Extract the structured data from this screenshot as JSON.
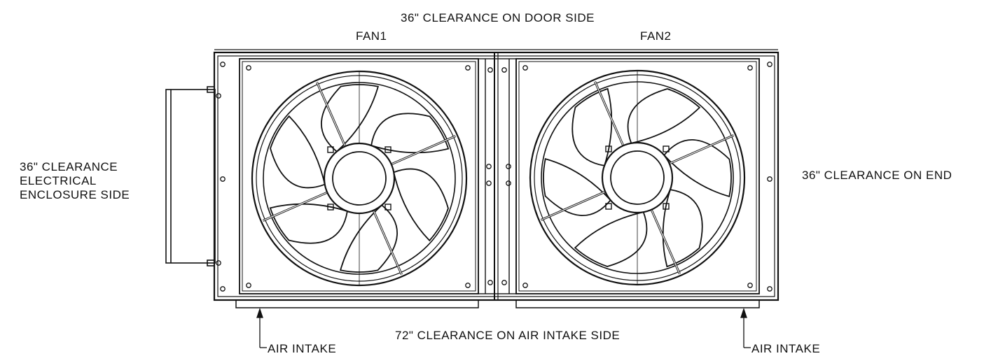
{
  "labels": {
    "door_side": "36\" CLEARANCE ON DOOR SIDE",
    "fan1": "FAN1",
    "fan2": "FAN2",
    "electrical_side_line1": "36\" CLEARANCE",
    "electrical_side_line2": "ELECTRICAL",
    "electrical_side_line3": "ENCLOSURE SIDE",
    "end_side": "36\" CLEARANCE ON END",
    "air_intake_side": "72\" CLEARANCE ON AIR INTAKE SIDE",
    "air_intake_left": "AIR INTAKE",
    "air_intake_right": "AIR INTAKE"
  },
  "colors": {
    "line": "#111111",
    "background": "#ffffff"
  }
}
